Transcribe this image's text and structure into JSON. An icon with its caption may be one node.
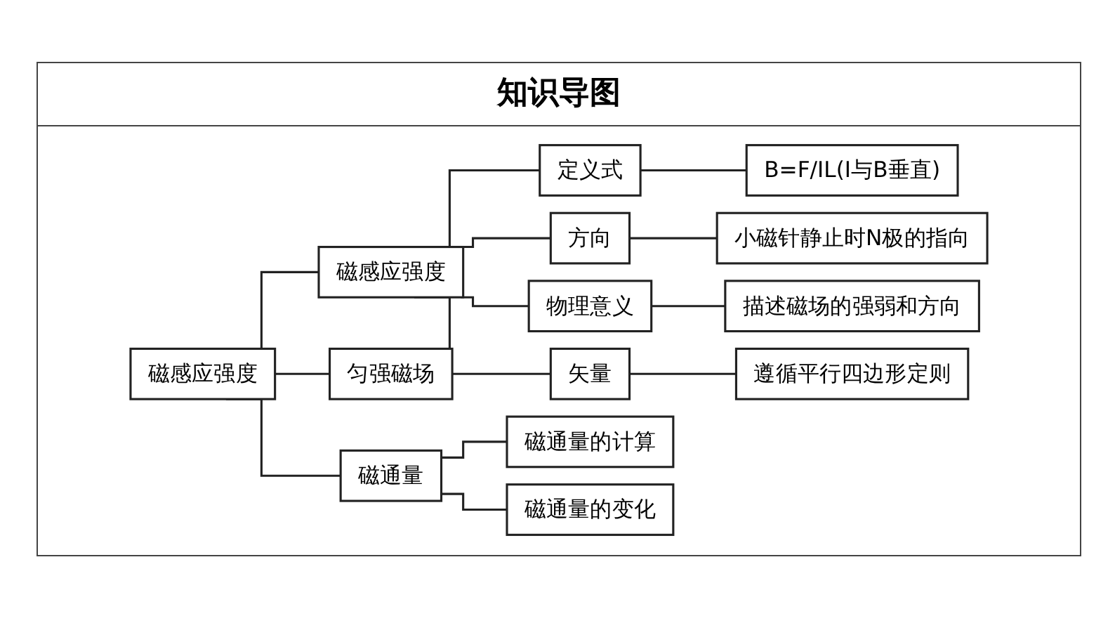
{
  "diagram": {
    "title": "知识导图",
    "nodes": [
      {
        "text": [
          "磁感应强度"
        ]
      },
      {
        "text": [
          "磁感应强度"
        ]
      },
      {
        "text": [
          "定义式"
        ]
      },
      {
        "text": [
          "B=F/IL(I与B垂直)"
        ]
      },
      {
        "text": [
          "方向"
        ]
      },
      {
        "text": [
          "小磁针静止时N极的指向"
        ]
      },
      {
        "text": [
          "物理意义"
        ]
      },
      {
        "text": [
          "描述磁场的强弱和方向"
        ]
      },
      {
        "text": [
          "矢量"
        ]
      },
      {
        "text": [
          "遵循平行四边形定则"
        ]
      },
      {
        "text": [
          "匀强磁场"
        ]
      },
      {
        "text": [
          "磁通量"
        ]
      },
      {
        "text": [
          "磁通量的计算"
        ]
      },
      {
        "text": [
          "磁通量的变化"
        ]
      }
    ],
    "edges": [
      {
        "from": 0,
        "to": 1,
        "arrow": "none"
      },
      {
        "from": 0,
        "to": 10,
        "arrow": "none"
      },
      {
        "from": 0,
        "to": 11,
        "arrow": "none"
      },
      {
        "from": 1,
        "to": 2,
        "arrow": "none"
      },
      {
        "from": 1,
        "to": 4,
        "arrow": "none"
      },
      {
        "from": 1,
        "to": 6,
        "arrow": "none"
      },
      {
        "from": 1,
        "to": 8,
        "arrow": "none"
      },
      {
        "from": 2,
        "to": 3,
        "arrow": "none"
      },
      {
        "from": 4,
        "to": 5,
        "arrow": "none"
      },
      {
        "from": 6,
        "to": 7,
        "arrow": "none"
      },
      {
        "from": 8,
        "to": 9,
        "arrow": "none"
      },
      {
        "from": 11,
        "to": 12,
        "arrow": "none"
      },
      {
        "from": 11,
        "to": 13,
        "arrow": "none"
      }
    ]
  }
}
